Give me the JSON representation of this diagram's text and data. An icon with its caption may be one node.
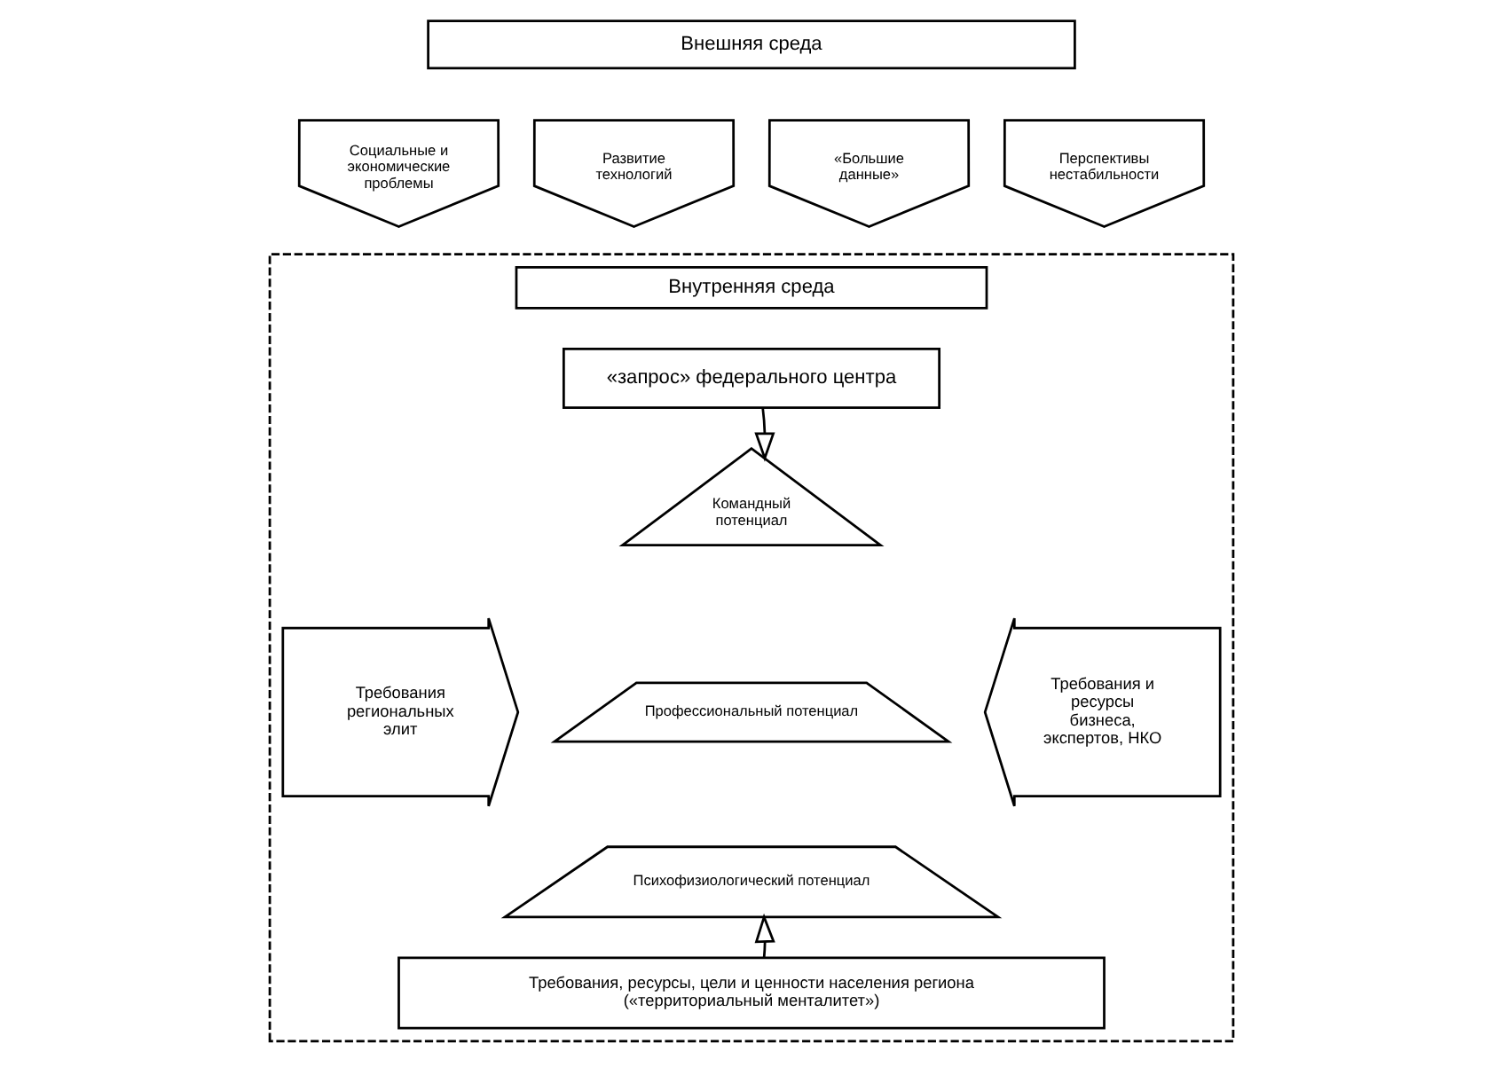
{
  "diagram": {
    "nodes": [
      {
        "text": [
          "Внешняя среда"
        ]
      },
      {
        "text": [
          "Социальные и экономические проблемы"
        ]
      },
      {
        "text": [
          "Развитие технологий"
        ]
      },
      {
        "text": [
          "«Большие данные»"
        ]
      },
      {
        "text": [
          "Перспективы нестабильности"
        ]
      },
      {
        "text": [],
        "shape": "box"
      },
      {
        "text": [
          "Внутренняя среда"
        ],
        "in": 5
      },
      {
        "text": [
          "«запрос» федерального центра"
        ],
        "in": 5
      },
      {
        "text": [
          "Требования региональных элит"
        ],
        "in": 5
      },
      {
        "text": [
          "Командный потенциал"
        ],
        "in": 5
      },
      {
        "text": [
          "Профессиональный потенциал"
        ],
        "in": 5
      },
      {
        "text": [
          "Психофизиологический потенциал"
        ],
        "in": 5
      },
      {
        "text": [
          "Требования и ресурсы бизнеса, экспертов, НКО"
        ],
        "in": 5
      },
      {
        "text": [
          "Требования, ресурсы, цели и ценности населения региона («территориальный менталитет»)"
        ],
        "in": 5
      }
    ],
    "edges": [
      {
        "from": 7,
        "to": 9,
        "arrow": "to"
      },
      {
        "from": 13,
        "to": 11,
        "arrow": "to"
      }
    ]
  }
}
